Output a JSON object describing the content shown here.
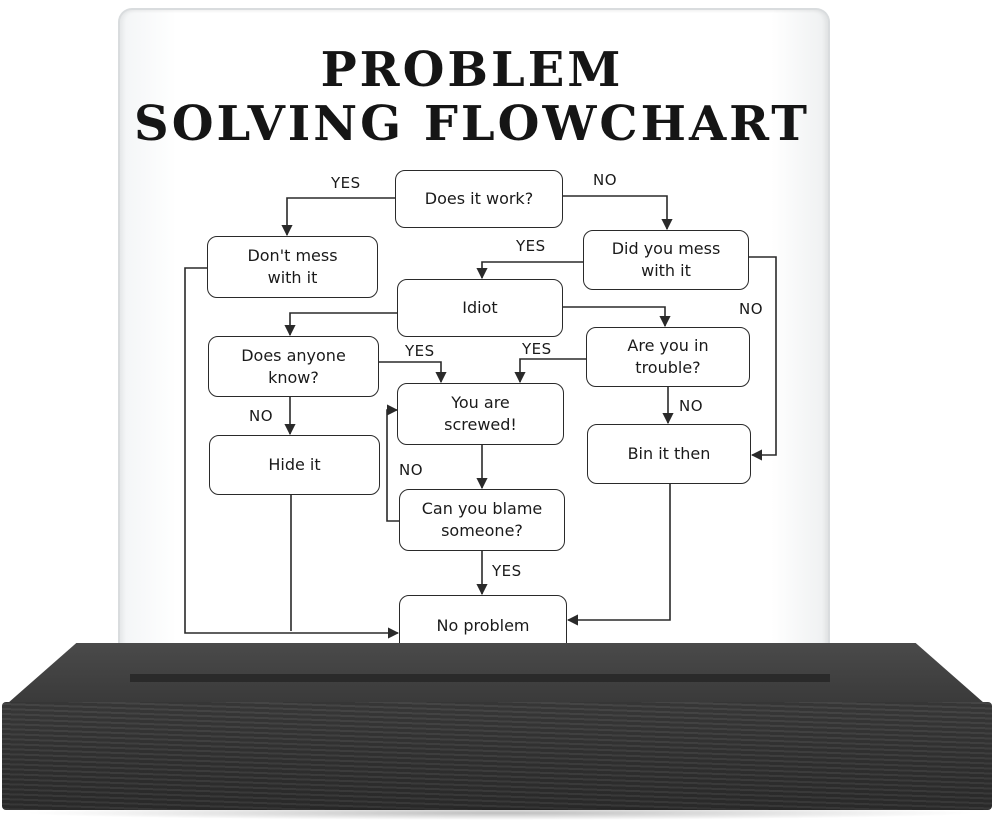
{
  "title": {
    "line1": "PROBLEM",
    "line2": "SOLVING FLOWCHART"
  },
  "nodes": {
    "works": "Does it work?",
    "dont_mess": "Don't mess\nwith it",
    "did_mess": "Did you mess\nwith it",
    "idiot": "Idiot",
    "anyone_know": "Does anyone\nknow?",
    "in_trouble": "Are you in\ntrouble?",
    "screwed": "You are\nscrewed!",
    "hide": "Hide it",
    "bin": "Bin it then",
    "blame": "Can you blame\nsomeone?",
    "no_problem": "No problem"
  },
  "labels": {
    "works_yes": "YES",
    "works_no": "NO",
    "did_mess_yes": "YES",
    "did_mess_no": "NO",
    "anyone_yes": "YES",
    "trouble_yes": "YES",
    "anyone_no": "NO",
    "trouble_no": "NO",
    "blame_no": "NO",
    "blame_yes": "YES"
  },
  "colors": {
    "ink": "#1a1a1a",
    "panel": "#ffffff",
    "wood": "#333333"
  }
}
